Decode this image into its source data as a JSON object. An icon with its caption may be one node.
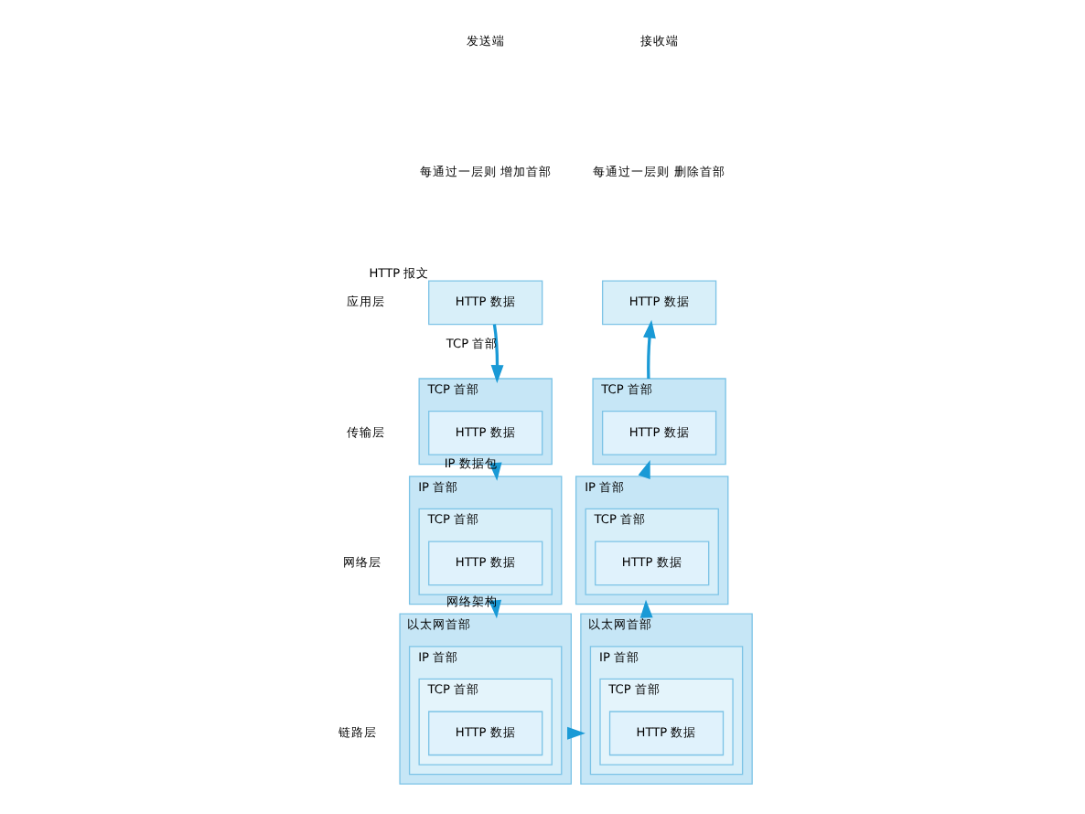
{
  "diagram": {
    "nodes": [
      {
        "text": [
          "HTTP 数据"
        ],
        "beside": [
          "HTTP 报文"
        ]
      },
      {
        "text": [
          "TCP 首部"
        ]
      },
      {
        "text": [
          "HTTP 数据"
        ],
        "in": 1
      },
      {
        "text": [
          "IP 首部"
        ]
      },
      {
        "text": [
          "TCP 首部"
        ],
        "in": 3
      },
      {
        "text": [
          "HTTP 数据"
        ],
        "in": 4
      },
      {
        "text": [
          "以太网首部"
        ]
      },
      {
        "text": [
          "IP 首部"
        ],
        "in": 6
      },
      {
        "text": [
          "TCP 首部"
        ],
        "in": 7
      },
      {
        "text": [
          "HTTP 数据"
        ],
        "in": 8
      },
      {
        "text": [
          "HTTP 数据"
        ]
      },
      {
        "text": [
          "TCP 首部"
        ]
      },
      {
        "text": [
          "HTTP 数据"
        ],
        "in": 11
      },
      {
        "text": [
          "IP 首部"
        ]
      },
      {
        "text": [
          "TCP 首部"
        ],
        "in": 13
      },
      {
        "text": [
          "HTTP 数据"
        ],
        "in": 14
      },
      {
        "text": [
          "以太网首部"
        ]
      },
      {
        "text": [
          "IP 首部"
        ],
        "in": 16
      },
      {
        "text": [
          "TCP 首部"
        ],
        "in": 17
      },
      {
        "text": [
          "HTTP 数据"
        ],
        "in": 18
      }
    ],
    "edges": [
      {
        "from": 0,
        "to": 1,
        "arrow": "to",
        "label": "TCP 首部"
      },
      {
        "from": 1,
        "to": 3,
        "arrow": "to",
        "label": "IP 数据包"
      },
      {
        "from": 3,
        "to": 6,
        "arrow": "to",
        "label": "网络架构"
      },
      {
        "from": 6,
        "to": 16,
        "arrow": "to"
      },
      {
        "from": 16,
        "to": 13,
        "arrow": "to"
      },
      {
        "from": 13,
        "to": 11,
        "arrow": "to"
      },
      {
        "from": 11,
        "to": 10,
        "arrow": "to"
      }
    ],
    "labels": [
      "发送端",
      "每通过一层则 增加首部",
      "接收端",
      "每通过一层则 删除首部",
      "应用层",
      "传输层",
      "网络层",
      "链路层"
    ]
  }
}
